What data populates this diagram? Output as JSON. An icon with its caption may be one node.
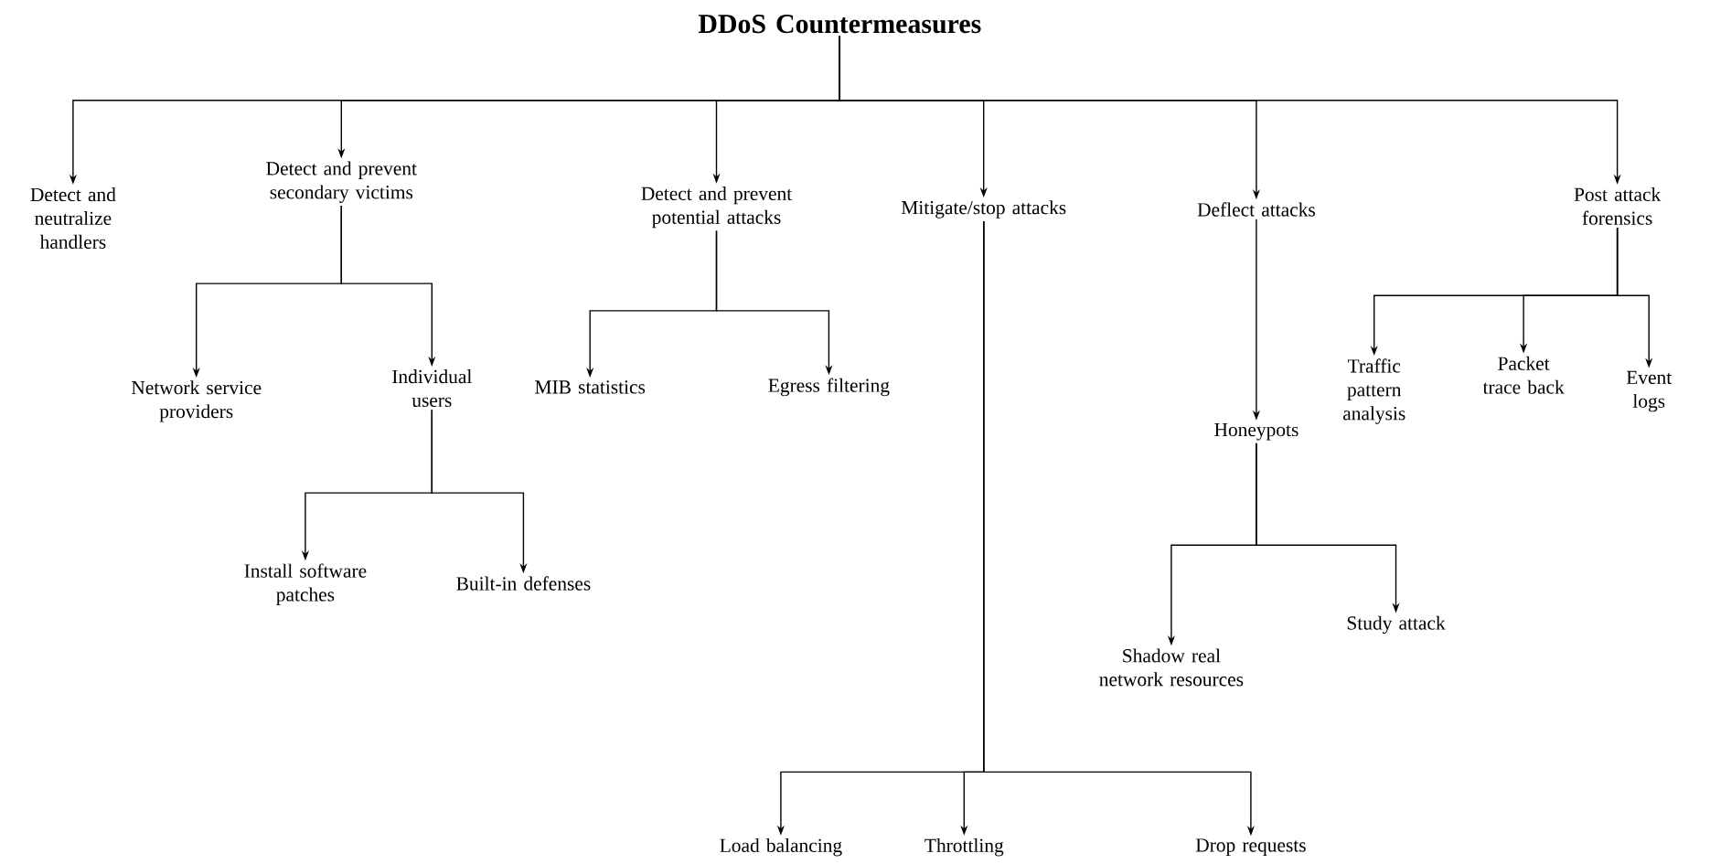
{
  "diagram": {
    "nodes": [
      {
        "text": [
          "DDoS Countermeasures"
        ]
      },
      {
        "text": [
          "Detect and neutralize handlers"
        ]
      },
      {
        "text": [
          "Detect and prevent secondary victims"
        ]
      },
      {
        "text": [
          "Detect and prevent potential attacks"
        ]
      },
      {
        "text": [
          "Mitigate/stop attacks"
        ]
      },
      {
        "text": [
          "Deflect attacks"
        ]
      },
      {
        "text": [
          "Post attack forensics"
        ]
      },
      {
        "text": [
          "Network service providers"
        ]
      },
      {
        "text": [
          "Individual users"
        ]
      },
      {
        "text": [
          "Install software patches"
        ]
      },
      {
        "text": [
          "Built-in defenses"
        ]
      },
      {
        "text": [
          "MIB statistics"
        ]
      },
      {
        "text": [
          "Egress filtering"
        ]
      },
      {
        "text": [
          "Load balancing"
        ]
      },
      {
        "text": [
          "Throttling"
        ]
      },
      {
        "text": [
          "Drop requests"
        ]
      },
      {
        "text": [
          "Honeypots"
        ]
      },
      {
        "text": [
          "Shadow real network resources"
        ]
      },
      {
        "text": [
          "Study attack"
        ]
      },
      {
        "text": [
          "Traffic pattern analysis"
        ]
      },
      {
        "text": [
          "Packet trace back"
        ]
      },
      {
        "text": [
          "Event logs"
        ]
      }
    ],
    "edges": [
      {
        "from": 0,
        "to": 1,
        "arrow": "to"
      },
      {
        "from": 0,
        "to": 2,
        "arrow": "to"
      },
      {
        "from": 0,
        "to": 3,
        "arrow": "to"
      },
      {
        "from": 0,
        "to": 4,
        "arrow": "to"
      },
      {
        "from": 0,
        "to": 5,
        "arrow": "to"
      },
      {
        "from": 0,
        "to": 6,
        "arrow": "to"
      },
      {
        "from": 2,
        "to": 7,
        "arrow": "to"
      },
      {
        "from": 2,
        "to": 8,
        "arrow": "to"
      },
      {
        "from": 8,
        "to": 9,
        "arrow": "to"
      },
      {
        "from": 8,
        "to": 10,
        "arrow": "to"
      },
      {
        "from": 3,
        "to": 11,
        "arrow": "to"
      },
      {
        "from": 3,
        "to": 12,
        "arrow": "to"
      },
      {
        "from": 4,
        "to": 13,
        "arrow": "to"
      },
      {
        "from": 4,
        "to": 14,
        "arrow": "to"
      },
      {
        "from": 4,
        "to": 15,
        "arrow": "to"
      },
      {
        "from": 5,
        "to": 16,
        "arrow": "to"
      },
      {
        "from": 16,
        "to": 17,
        "arrow": "to"
      },
      {
        "from": 16,
        "to": 18,
        "arrow": "to"
      },
      {
        "from": 6,
        "to": 19,
        "arrow": "to"
      },
      {
        "from": 6,
        "to": 20,
        "arrow": "to"
      },
      {
        "from": 6,
        "to": 21,
        "arrow": "to"
      }
    ]
  }
}
